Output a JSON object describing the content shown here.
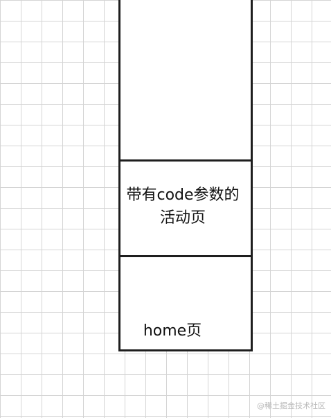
{
  "diagram": {
    "sections": [
      {
        "label": ""
      },
      {
        "label_line1": "带有code参数的",
        "label_line2": "活动页"
      },
      {
        "label": "home页"
      }
    ]
  },
  "watermark": "@稀土掘金技术社区",
  "colors": {
    "grid": "#d4d4d4",
    "border": "#1e1e1e",
    "text": "#111111"
  }
}
